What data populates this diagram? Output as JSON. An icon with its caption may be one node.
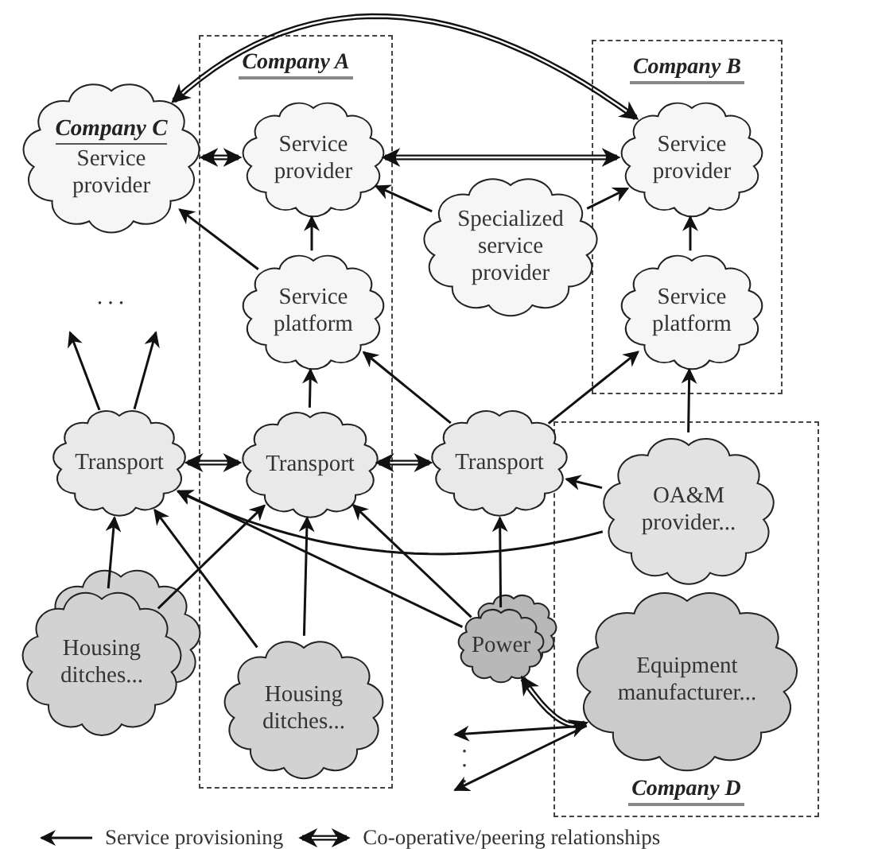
{
  "diagram": {
    "nodes": [
      {
        "text": [
          "Company A"
        ]
      },
      {
        "text": [
          "Company B"
        ]
      },
      {
        "text": [
          "Company D"
        ]
      },
      {
        "text": [
          "Company C",
          "Service provider"
        ]
      },
      {
        "text": [
          "Service provider"
        ],
        "in": 0
      },
      {
        "text": [
          "Service provider"
        ],
        "in": 1
      },
      {
        "text": [
          "Specialized service provider"
        ]
      },
      {
        "text": [
          "Service platform"
        ],
        "in": 0
      },
      {
        "text": [
          "Service platform"
        ],
        "in": 1
      },
      {
        "text": [
          "Transport"
        ]
      },
      {
        "text": [
          "Transport"
        ],
        "in": 0
      },
      {
        "text": [
          "Transport"
        ]
      },
      {
        "text": [
          "OA&M provider..."
        ],
        "in": 2
      },
      {
        "text": [
          "Housing ditches..."
        ]
      },
      {
        "text": [
          "Housing ditches..."
        ],
        "in": 0
      },
      {
        "text": [
          "Power"
        ]
      },
      {
        "text": [
          "Equipment manufacturer..."
        ],
        "in": 2
      },
      {
        "text": [
          "..."
        ]
      },
      {
        "text": [
          "..."
        ]
      }
    ],
    "edges": [
      {
        "from": 5,
        "to": 3,
        "arrow": "both",
        "style": "thick"
      },
      {
        "from": 3,
        "to": 4,
        "arrow": "both",
        "style": "thick"
      },
      {
        "from": 4,
        "to": 5,
        "arrow": "both",
        "style": "thick"
      },
      {
        "from": 7,
        "to": 3,
        "arrow": "to"
      },
      {
        "from": 7,
        "to": 4,
        "arrow": "to"
      },
      {
        "from": 6,
        "to": 4,
        "arrow": "to"
      },
      {
        "from": 6,
        "to": 5,
        "arrow": "to"
      },
      {
        "from": 8,
        "to": 5,
        "arrow": "to"
      },
      {
        "from": 10,
        "to": 7,
        "arrow": "to"
      },
      {
        "from": 11,
        "to": 7,
        "arrow": "to"
      },
      {
        "from": 11,
        "to": 8,
        "arrow": "to"
      },
      {
        "from": 12,
        "to": 8,
        "arrow": "to"
      },
      {
        "from": 9,
        "to": 17,
        "arrow": "to"
      },
      {
        "from": 9,
        "to": 17,
        "arrow": "to"
      },
      {
        "from": 9,
        "to": 10,
        "arrow": "both",
        "style": "thick"
      },
      {
        "from": 10,
        "to": 11,
        "arrow": "both",
        "style": "thick"
      },
      {
        "from": 12,
        "to": 11,
        "arrow": "to"
      },
      {
        "from": 12,
        "to": 9,
        "arrow": "to"
      },
      {
        "from": 13,
        "to": 9,
        "arrow": "to"
      },
      {
        "from": 13,
        "to": 10,
        "arrow": "to"
      },
      {
        "from": 14,
        "to": 9,
        "arrow": "to"
      },
      {
        "from": 14,
        "to": 10,
        "arrow": "to"
      },
      {
        "from": 15,
        "to": 9,
        "arrow": "to"
      },
      {
        "from": 15,
        "to": 10,
        "arrow": "to"
      },
      {
        "from": 15,
        "to": 11,
        "arrow": "to"
      },
      {
        "from": 16,
        "to": 15,
        "arrow": "both",
        "style": "thick"
      },
      {
        "from": 16,
        "to": 18,
        "arrow": "to"
      },
      {
        "from": 16,
        "to": 18,
        "arrow": "to"
      }
    ],
    "legend": [
      {
        "text": "Service provisioning"
      },
      {
        "text": "Co-operative/peering relationships"
      }
    ]
  }
}
